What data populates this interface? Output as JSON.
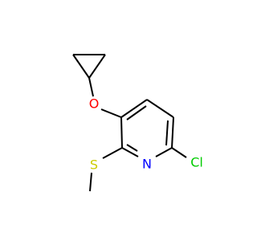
{
  "molecule": {
    "atoms": {
      "oxygen": {
        "symbol": "O",
        "color": "#FF0000"
      },
      "sulfur": {
        "symbol": "S",
        "color": "#CCCC00"
      },
      "nitrogen": {
        "symbol": "N",
        "color": "#0000FF"
      },
      "chlorine": {
        "symbol": "Cl",
        "color": "#00CC00"
      }
    },
    "bond_color": "#000000"
  }
}
